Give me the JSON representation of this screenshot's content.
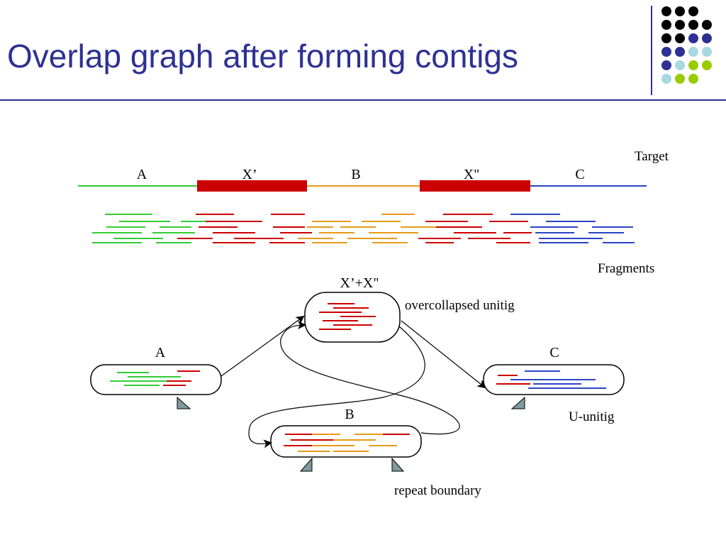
{
  "title": "Overlap graph after forming contigs",
  "logo_colors": [
    "#000000",
    "#2e3192",
    "#a8d8e0",
    "#99cc00"
  ],
  "logo_rows": [
    [
      0,
      0,
      0,
      -1
    ],
    [
      0,
      0,
      0,
      0
    ],
    [
      0,
      0,
      1,
      1
    ],
    [
      1,
      1,
      2,
      2
    ],
    [
      1,
      2,
      3,
      3
    ],
    [
      2,
      3,
      3,
      -1
    ]
  ],
  "colors": {
    "A": "#33cc33",
    "X": "#cc0000",
    "B": "#e69a1a",
    "C": "#2b44c4"
  },
  "labels": {
    "target": "Target",
    "fragments": "Fragments",
    "seg_a": "A",
    "seg_x1": "X’",
    "seg_b": "B",
    "seg_x2": "X\"",
    "seg_c": "C",
    "node_x": "X’+X\"",
    "node_a": "A",
    "node_b": "B",
    "node_c": "C",
    "overcollapsed": "overcollapsed unitig",
    "u_unitig": "U-unitig",
    "repeat_boundary": "repeat boundary"
  }
}
